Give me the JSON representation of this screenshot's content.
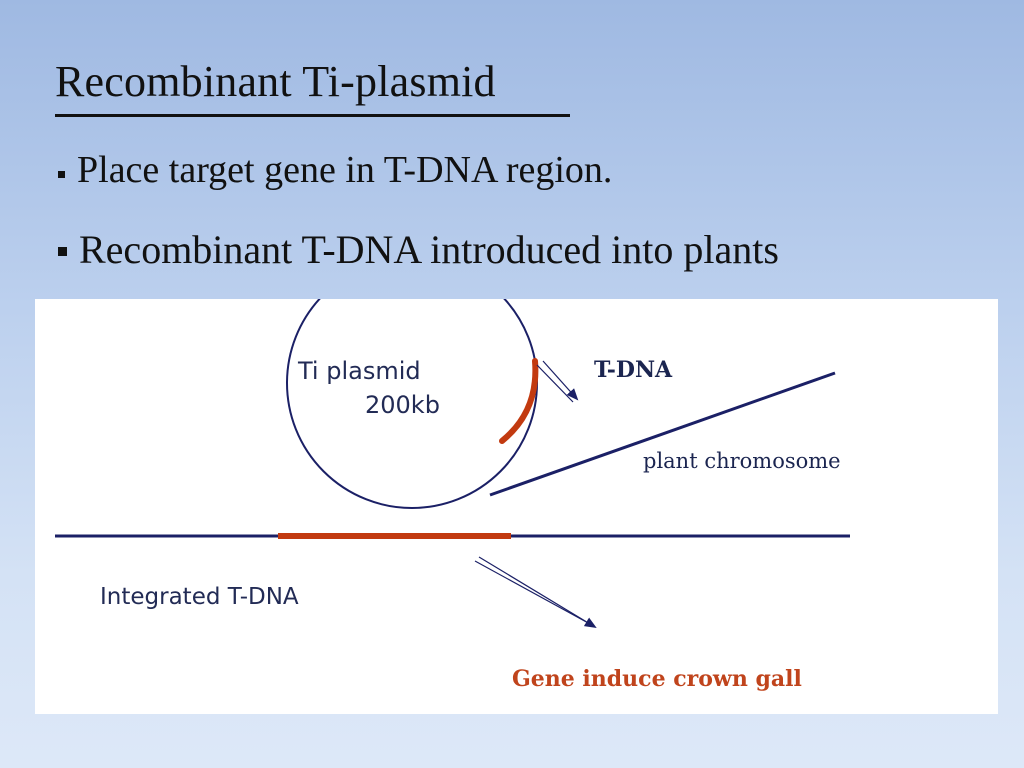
{
  "slide": {
    "title": "Recombinant Ti-plasmid",
    "bullets": [
      "Place target gene in T-DNA region.",
      "Recombinant T-DNA introduced into plants"
    ]
  },
  "diagram": {
    "labels": {
      "plasmid_name": "Ti plasmid",
      "plasmid_size": "200kb",
      "tdna": "T-DNA",
      "chromosome": "plant chromosome",
      "integrated": "Integrated T-DNA",
      "gall": "Gene induce crown gall"
    },
    "colors": {
      "line": "#1b2066",
      "tdna_segment": "#c23a10",
      "gall_text": "#c0441c"
    }
  }
}
